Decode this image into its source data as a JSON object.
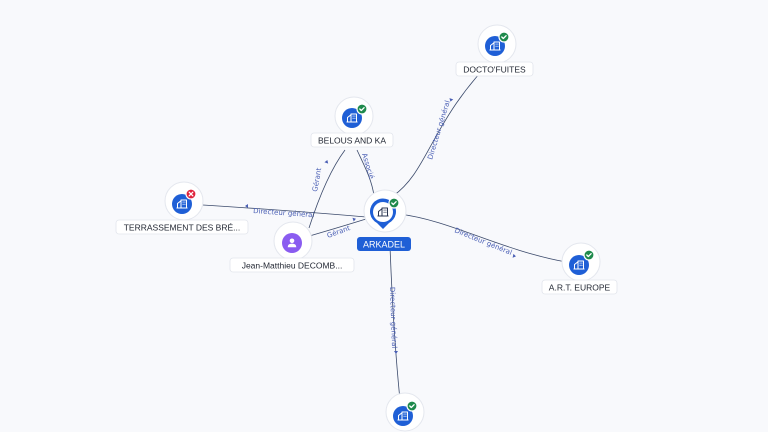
{
  "central": {
    "name": "ARKADEL",
    "status": "active",
    "icon": "building-icon"
  },
  "nodes": [
    {
      "id": "docto",
      "name": "DOCTO'FUITES",
      "type": "company",
      "status": "active",
      "icon": "building-icon"
    },
    {
      "id": "belous",
      "name": "BELOUS AND KA",
      "type": "company",
      "status": "active",
      "icon": "building-icon"
    },
    {
      "id": "terrassement",
      "name": "TERRASSEMENT DES BRÉ...",
      "type": "company",
      "status": "closed",
      "icon": "building-icon"
    },
    {
      "id": "jean",
      "name": "Jean-Matthieu DECOMB...",
      "type": "person",
      "icon": "person-icon"
    },
    {
      "id": "art",
      "name": "A.R.T. EUROPE",
      "type": "company",
      "status": "active",
      "icon": "building-icon"
    },
    {
      "id": "bottom",
      "name": "",
      "type": "company",
      "status": "active",
      "icon": "building-icon"
    }
  ],
  "edges": [
    {
      "from": "central",
      "to": "docto",
      "label": "Directeur général"
    },
    {
      "from": "central",
      "to": "belous",
      "label": "Associé"
    },
    {
      "from": "central",
      "to": "terrassement",
      "label": "Directeur général"
    },
    {
      "from": "jean",
      "to": "central",
      "label": "Gérant"
    },
    {
      "from": "jean",
      "to": "belous",
      "label": "Gérant"
    },
    {
      "from": "central",
      "to": "art",
      "label": "Directeur général"
    },
    {
      "from": "central",
      "to": "bottom",
      "label": "Directeur général"
    }
  ],
  "colors": {
    "company_disc": "#1f5fd6",
    "person_disc": "#8a5cf0",
    "status_active": "#1f8a4c",
    "status_closed": "#e0243c",
    "edge_label": "#4a5fb5"
  }
}
